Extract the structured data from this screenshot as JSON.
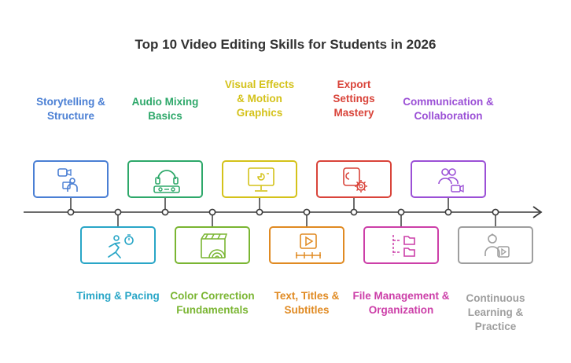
{
  "title": "Top 10 Video Editing Skills for Students in 2026",
  "skills": [
    {
      "label": "Storytelling & Structure",
      "color": "#4a7fd4",
      "icon": "storyboard-person-icon"
    },
    {
      "label": "Timing & Pacing",
      "color": "#29a6c7",
      "icon": "running-stopwatch-icon"
    },
    {
      "label": "Audio Mixing Basics",
      "color": "#2ea86a",
      "icon": "headphones-mixer-icon"
    },
    {
      "label": "Color Correction Fundamentals",
      "color": "#7ab532",
      "icon": "clapperboard-rainbow-icon"
    },
    {
      "label": "Visual Effects & Motion Graphics",
      "color": "#d4c21a",
      "icon": "monitor-effects-icon"
    },
    {
      "label": "Text, Titles & Subtitles",
      "color": "#e08a22",
      "icon": "play-subtitle-icon"
    },
    {
      "label": "Export Settings Mastery",
      "color": "#d9443a",
      "icon": "export-gear-icon"
    },
    {
      "label": "File Management & Organization",
      "color": "#cc3fa8",
      "icon": "folder-tree-icon"
    },
    {
      "label": "Communication & Collaboration",
      "color": "#9b50d6",
      "icon": "people-video-icon"
    },
    {
      "label": "Continuous Learning & Practice",
      "color": "#9e9e9e",
      "icon": "learner-play-icon"
    }
  ]
}
